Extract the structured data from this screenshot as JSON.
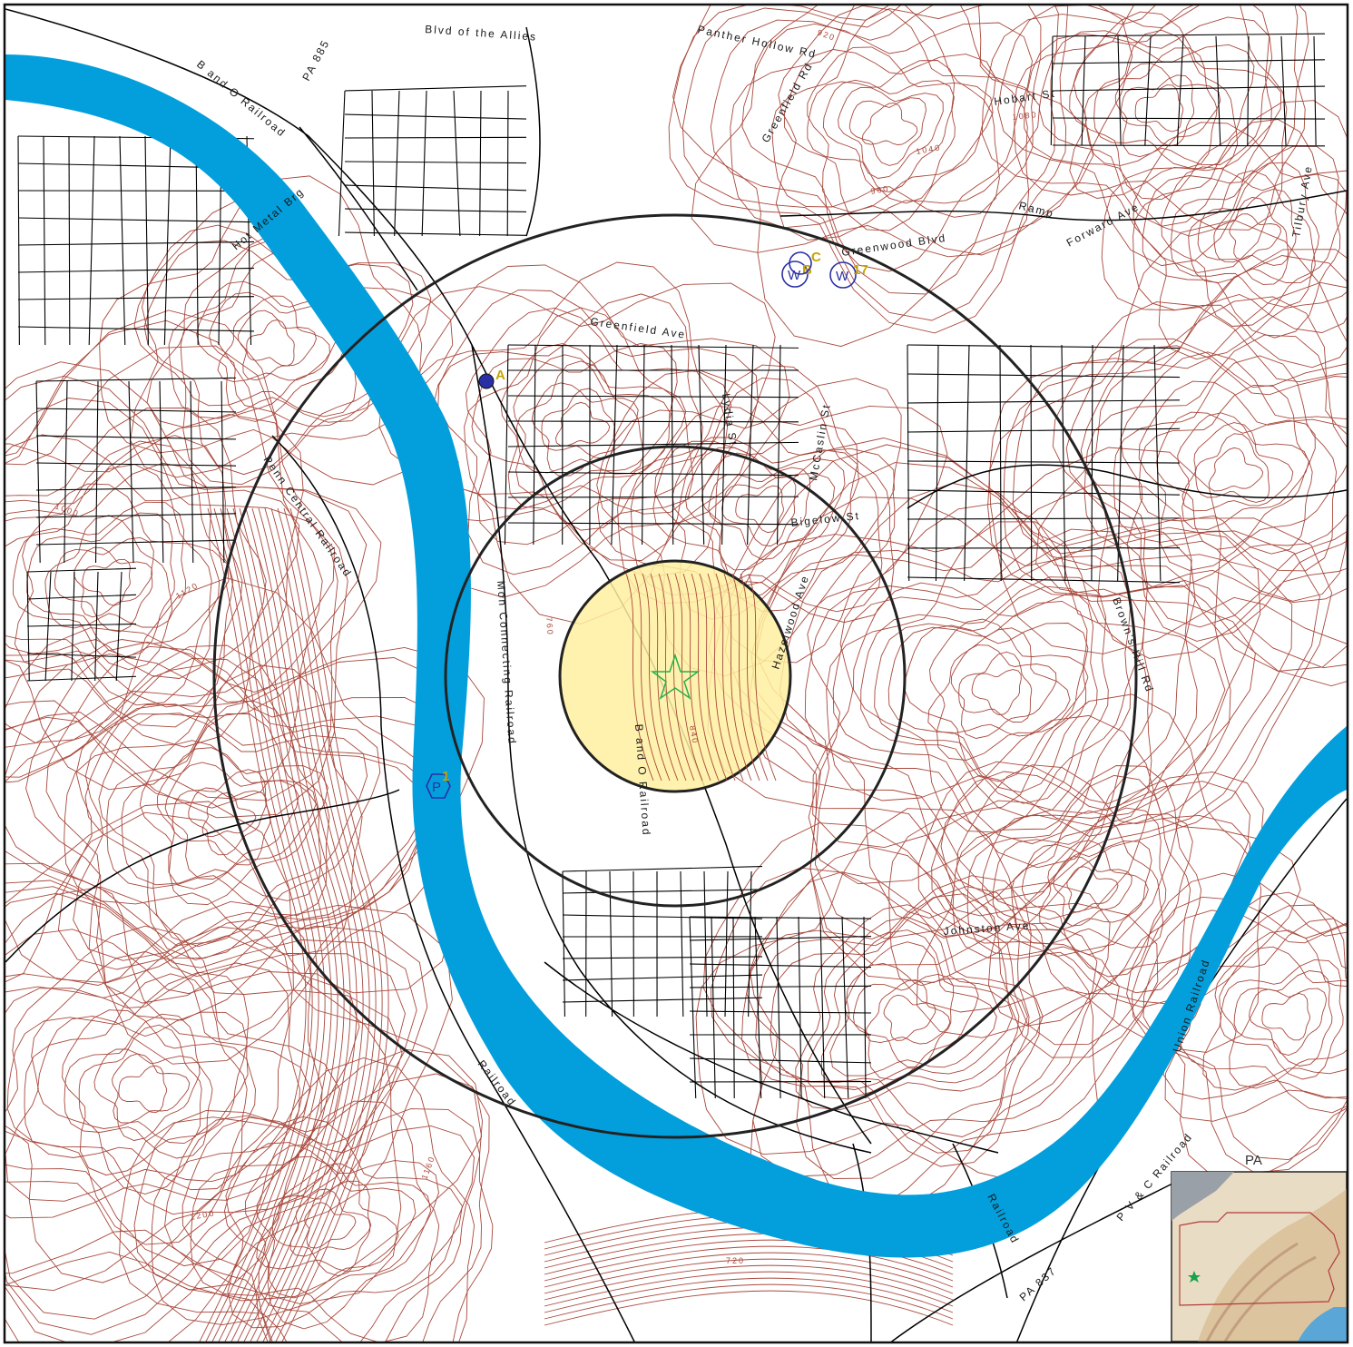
{
  "map": {
    "colors": {
      "river": "#039fdc",
      "contour": "#a8483c",
      "road": "#000000",
      "buffer_fill": "#fff0a0",
      "site_star": "#27b04a",
      "marker": "#2b2fa6",
      "marker_label": "#c8a400"
    },
    "streets": [
      "Blvd of the Allies",
      "Panther Hollow Rd",
      "Greenfield Rd",
      "Hobart St",
      "PA 885",
      "B and O Railroad",
      "Penn Central Railroad",
      "Hot Metal Brg",
      "Ramp",
      "Greenwood Blvd",
      "Forward Ave",
      "Tilbury Ave",
      "Greenfield Ave",
      "Lydia St",
      "McCaslin St",
      "Bigelow St",
      "Hazelwood Ave",
      "Brown's Hill Rd",
      "Mon Connecting Railroad",
      "B and O Railroad",
      "Johnston Ave",
      "Union Railroad",
      "P V & C Railroad",
      "PA 837",
      "Railroad",
      "Railroad"
    ],
    "contour_labels": [
      "920",
      "1080",
      "960",
      "1040",
      "1000",
      "760",
      "720",
      "840",
      "1120",
      "1160",
      "1200"
    ],
    "markers": [
      {
        "icon": "well-dot-icon",
        "label": "A"
      },
      {
        "icon": "well-w-icon",
        "label": "B"
      },
      {
        "icon": "well-w-icon",
        "label": "C"
      },
      {
        "icon": "well-w-icon",
        "label": "17"
      },
      {
        "icon": "public-water-icon",
        "label": "1",
        "symbol": "P"
      }
    ],
    "inset": {
      "state_label": "PA"
    }
  }
}
